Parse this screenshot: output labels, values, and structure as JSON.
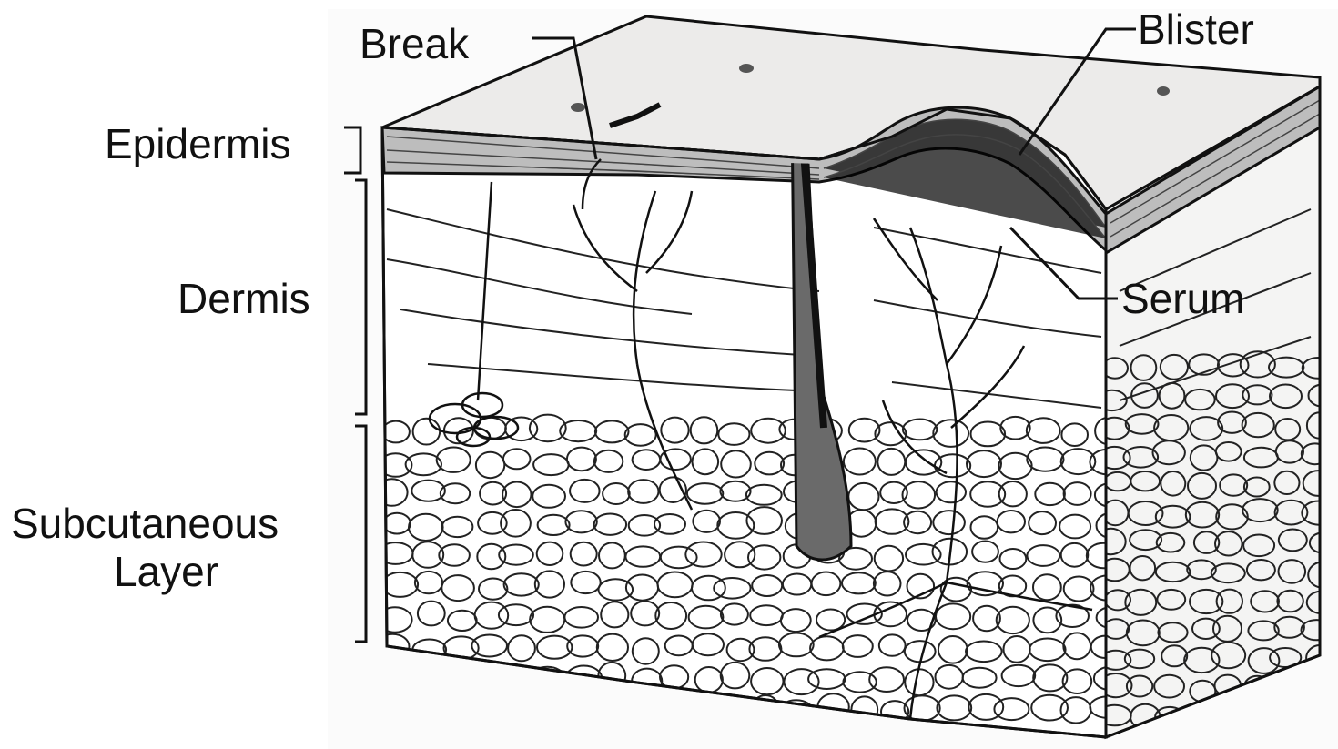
{
  "labels": {
    "break": "Break",
    "blister": "Blister",
    "epidermis": "Epidermis",
    "dermis": "Dermis",
    "serum": "Serum",
    "subcutaneous_line1": "Subcutaneous",
    "subcutaneous_line2": "Layer"
  },
  "colors": {
    "ink": "#111111",
    "paper": "#ffffff",
    "skin_surface": "#ecebea",
    "side_shade": "#f4f4f3"
  }
}
